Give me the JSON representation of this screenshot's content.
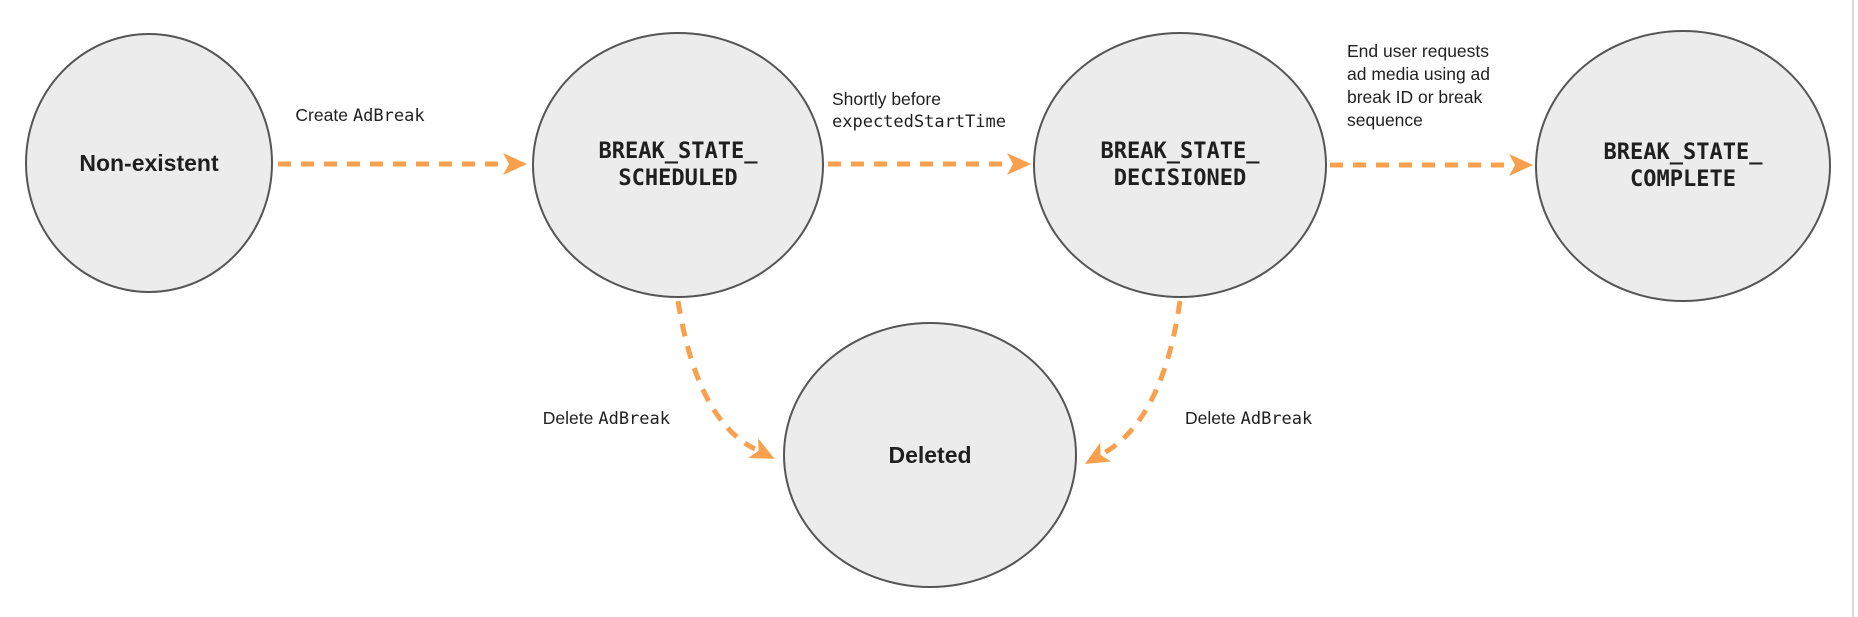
{
  "colors": {
    "arrow": "#f9a04e",
    "node_fill": "#ececec",
    "node_border": "#555555",
    "text": "#1f1f1f"
  },
  "nodes": {
    "non_existent": {
      "label": "Non-existent"
    },
    "scheduled": {
      "line1": "BREAK_STATE_",
      "line2": "SCHEDULED"
    },
    "decisioned": {
      "line1": "BREAK_STATE_",
      "line2": "DECISIONED"
    },
    "complete": {
      "line1": "BREAK_STATE_",
      "line2": "COMPLETE"
    },
    "deleted": {
      "label": "Deleted"
    }
  },
  "edges": {
    "create": {
      "prefix": "Create",
      "code": "AdBreak"
    },
    "decision": {
      "line1": "Shortly before",
      "code_line": "expectedStartTime"
    },
    "complete": {
      "lines": [
        "End user requests",
        "ad media using ad",
        "break ID or break",
        "sequence"
      ]
    },
    "delete_from_scheduled": {
      "prefix": "Delete",
      "code": "AdBreak"
    },
    "delete_from_decisioned": {
      "prefix": "Delete",
      "code": "AdBreak"
    }
  }
}
